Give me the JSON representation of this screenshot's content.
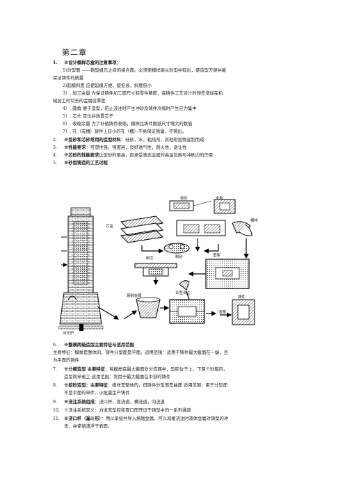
{
  "chapter": "第二章",
  "s1": {
    "num": "1.",
    "title": "※设计模样芯盒的注意事项：",
    "items": [
      "1)分型面 ——铸型组元之间的接合面。必须使模样能从砂型中取出，使造型方便并能",
      "保证铸件的质量",
      "2)起模斜度  应使起模方便，壁愈高，斜度愈小",
      "3）. 加工余量  为保证铸件加工面尺寸和零件精度，在铸件工艺设计时预先增加在机",
      "械加工时切去的金属层厚度",
      "4）. 圆角  便于造型，防止浇注时产生冲砂及铸件冷缩时产生应力集中",
      "5）. 芯头  定位并放置芯子",
      "6）. 收缩余量  为了补偿铸件收缩，模样比铸件图纸尺寸增大的数值",
      "7）. 孔（或槽）铸件上较小的孔（槽）不易保证质量，不铸出。"
    ]
  },
  "s2": {
    "num": "2.",
    "title": "※型砂和芯砂常用的造型材料",
    "text": "：硅砂，水，粘结剂，其他附加物混制而成"
  },
  "s3": {
    "num": "3.",
    "title": "※性能要求",
    "text": "：可塑性强，强度高，良好透气性，耐火性，退让性"
  },
  "s4": {
    "num": "4.",
    "title": "※芯砂的性能要求",
    "text": "比型砂的要高，因承受液态金属的高温包围与冲刷力的作用"
  },
  "s5": {
    "num": "5.",
    "title": "※砂型铸造的工艺过程"
  },
  "figure": {
    "labels": {
      "part": "零件",
      "all": "全部",
      "core_box": "芯盒",
      "pattern": "模样",
      "mixing": "制砂",
      "core_making": "制芯",
      "molding": "造型",
      "mold_closing": "合型浇注",
      "molten_metal": "熔融金属",
      "casting": "铸件",
      "cleaning": "清理",
      "cupola": "冲天炉"
    }
  },
  "s6": {
    "num": "6.",
    "title": "※整模两箱造型主要特征与适用范围",
    "lines": [
      "主要特征：模样是整体的，铸件分型面是平面。适用范围：适用于铸件最大截面在一端，且",
      "为平面的铸件"
    ]
  },
  "s7": {
    "num": "7.",
    "title": "※分模造型  主要特征",
    "text": "：将模样在最大截面处分成两半，型腔位于上、下两个砂箱内，",
    "cont": "造型简单省工  适用范围：常用于最大截面在中部的铸件"
  },
  "s8": {
    "num": "8.",
    "title": "※挖砂造型：主要特征",
    "text": "：模样是整体的，但铸件分型面是曲面  适用范围：用于分型面",
    "cont": "不是平面的单件、小批量生产铸件"
  },
  "s9": {
    "num": "9.",
    "title": "※浇注系统组成",
    "text": "：浇口杯，直浇道，横浇道，内浇道"
  },
  "s10": {
    "num": "10.",
    "text": "※浇注系统定义：为填充型腔和冒口而开设于铸型中的一系列通道"
  },
  "s11": {
    "num": "11.",
    "title": "※浇口杯（漏斗形）",
    "text": "：用以承接并导入熔融金属，可以减缓浇注时液体金属对铸型的冲",
    "cont": "击，并使熔渣浮于表面。"
  }
}
